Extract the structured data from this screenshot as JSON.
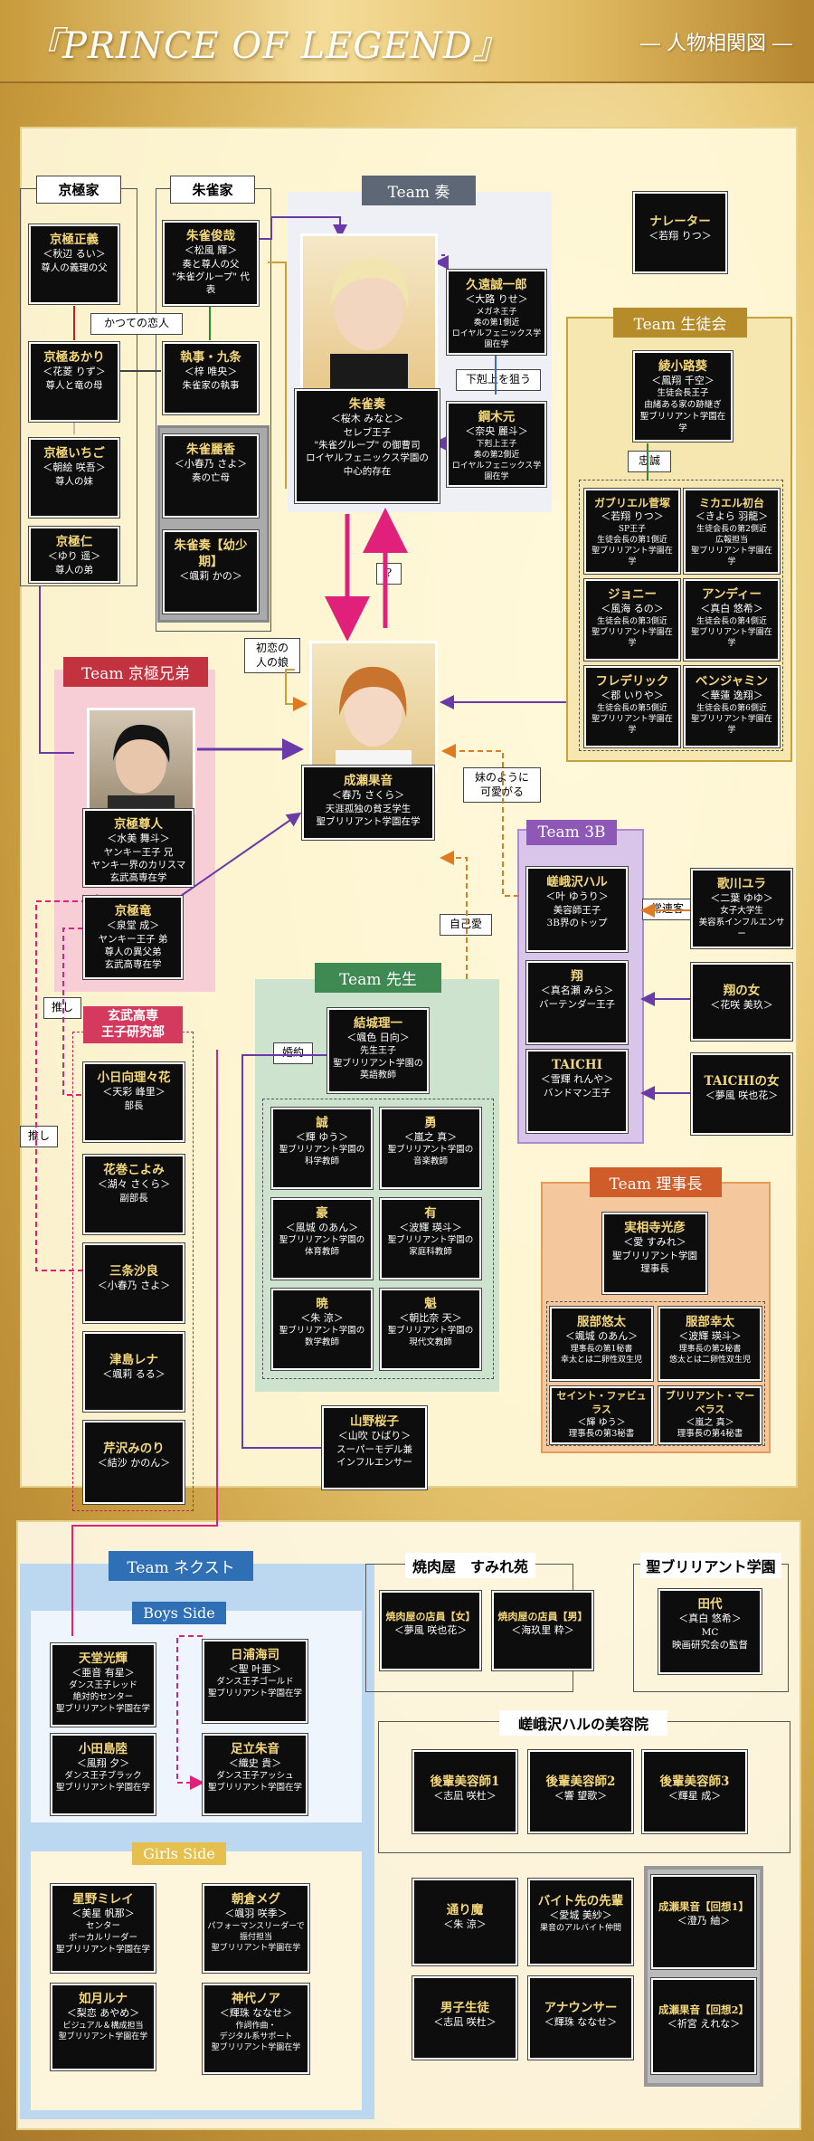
{
  "header": {
    "title": "『PRINCE OF LEGEND』",
    "subtitle": "― 人物相関図 ―"
  },
  "families": {
    "kyogoku": "京極家",
    "suzaku": "朱雀家"
  },
  "teams": {
    "kanade": "Team 奏",
    "seito": "Team 生徒会",
    "kyogoku": "Team 京極兄弟",
    "b3": "Team 3B",
    "sensei": "Team 先生",
    "rijicho": "Team 理事長",
    "next": "Team ネクスト"
  },
  "groups": {
    "genbu": "玄武高専\n王子研究部",
    "boys": "Boys Side",
    "girls": "Girls Side",
    "yakiniku": "焼肉屋　すみれ苑",
    "gakuen": "聖ブリリアント学園",
    "salon": "嵯峨沢ハルの美容院"
  },
  "labels": {
    "former_lovers": "かつての恋人",
    "shitakoku": "下剋上を狙う",
    "chusei": "忠誠",
    "hatsukoi": "初恋の\n人の娘",
    "question": "?",
    "imouto": "妹のように\n可愛がる",
    "jokaku": "常連客",
    "jikoai": "自己愛",
    "konyaku": "婚約",
    "oshi1": "推し",
    "oshi2": "推し"
  },
  "characters": {
    "masayoshi": {
      "name": "京極正義",
      "actor": "＜秋辺 るい＞",
      "role": "尊人の義理の父"
    },
    "akari": {
      "name": "京極あかり",
      "actor": "＜花菱 りず＞",
      "role": "尊人と竜の母"
    },
    "ichigo": {
      "name": "京極いちご",
      "actor": "＜朝絵 咲吾＞",
      "role": "尊人の妹"
    },
    "jin": {
      "name": "京極仁",
      "actor": "＜ゆり 遥＞",
      "role": "尊人の弟"
    },
    "toshiki": {
      "name": "朱雀俊哉",
      "actor": "＜松風 輝＞",
      "role": "奏と尊人の父\n\"朱雀グループ\" 代表"
    },
    "kujo": {
      "name": "執事・九条",
      "actor": "＜梓 唯央＞",
      "role": "朱雀家の執事"
    },
    "reika": {
      "name": "朱雀麗香",
      "actor": "＜小春乃 さよ＞",
      "role": "奏の亡母"
    },
    "kanade_young": {
      "name": "朱雀奏【幼少期】",
      "actor": "＜颯莉 かの＞",
      "role": ""
    },
    "kanade": {
      "name": "朱雀奏",
      "actor": "＜桜木 みなと＞",
      "role": "セレブ王子\n\"朱雀グループ\" の御曹司\nロイヤルフェニックス学園の\n中心的存在"
    },
    "kuon": {
      "name": "久遠誠一郎",
      "actor": "＜大路 りせ＞",
      "role": "メガネ王子\n奏の第1側近\nロイヤルフェニックス学園在学"
    },
    "suzuki": {
      "name": "鋼木元",
      "actor": "＜奈央 麗斗＞",
      "role": "下剋上王子\n奏の第2側近\nロイヤルフェニックス学園在学"
    },
    "narrator": {
      "name": "ナレーター",
      "actor": "＜若翔 りつ＞",
      "role": ""
    },
    "ayanokoji": {
      "name": "綾小路葵",
      "actor": "＜鳳翔 千空＞",
      "role": "生徒会長王子\n由緒ある家の跡継ぎ\n聖ブリリアント学園在学"
    },
    "gabriel": {
      "name": "ガブリエル菅塚",
      "actor": "＜若翔 りつ＞",
      "role": "SP王子\n生徒会長の第1側近\n聖ブリリアント学園在学"
    },
    "michael": {
      "name": "ミカエル初台",
      "actor": "＜きよら 羽龍＞",
      "role": "生徒会長の第2側近\n広報担当\n聖ブリリアント学園在学"
    },
    "johnny": {
      "name": "ジョニー",
      "actor": "＜風海 るの＞",
      "role": "生徒会長の第3側近\n聖ブリリアント学園在学"
    },
    "andy": {
      "name": "アンディー",
      "actor": "＜真白 悠希＞",
      "role": "生徒会長の第4側近\n聖ブリリアント学園在学"
    },
    "frederick": {
      "name": "フレデリック",
      "actor": "＜郡 いりや＞",
      "role": "生徒会長の第5側近\n聖ブリリアント学園在学"
    },
    "benjamin": {
      "name": "ベンジャミン",
      "actor": "＜華蓮 逸翔＞",
      "role": "生徒会長の第6側近\n聖ブリリアント学園在学"
    },
    "takato": {
      "name": "京極尊人",
      "actor": "＜水美 舞斗＞",
      "role": "ヤンキー王子 兄\nヤンキー界のカリスマ\n玄武高専在学"
    },
    "ryu": {
      "name": "京極竜",
      "actor": "＜泉堂 成＞",
      "role": "ヤンキー王子 弟\n尊人の異父弟\n玄武高専在学"
    },
    "ayane": {
      "name": "成瀬果音",
      "actor": "＜春乃 さくら＞",
      "role": "天涯孤独の貧乏学生\n聖ブリリアント学園在学"
    },
    "haru": {
      "name": "嵯峨沢ハル",
      "actor": "＜叶 ゆうり＞",
      "role": "美容師王子\n3B界のトップ"
    },
    "sho": {
      "name": "翔",
      "actor": "＜真名瀬 みら＞",
      "role": "バーテンダー王子"
    },
    "taichi": {
      "name": "TAICHI",
      "actor": "＜雪輝 れんや＞",
      "role": "バンドマン王子"
    },
    "yura": {
      "name": "歌川ユラ",
      "actor": "＜二葉 ゆゆ＞",
      "role": "女子大学生\n美容系インフルエンサー"
    },
    "shonoonna": {
      "name": "翔の女",
      "actor": "＜花咲 美玖＞",
      "role": ""
    },
    "taichionna": {
      "name": "TAICHIの女",
      "actor": "＜夢風 咲也花＞",
      "role": ""
    },
    "yuki": {
      "name": "結城理一",
      "actor": "＜颯色 日向＞",
      "role": "先生王子\n聖ブリリアント学園の\n英語教師"
    },
    "makoto": {
      "name": "誠",
      "actor": "＜輝 ゆう＞",
      "role": "聖ブリリアント学園の\n科学教師"
    },
    "isamu": {
      "name": "勇",
      "actor": "＜嵐之 真＞",
      "role": "聖ブリリアント学園の\n音楽教師"
    },
    "go": {
      "name": "豪",
      "actor": "＜風城 のあん＞",
      "role": "聖ブリリアント学園の\n体育教師"
    },
    "yu": {
      "name": "有",
      "actor": "＜波輝 瑛斗＞",
      "role": "聖ブリリアント学園の\n家庭科教師"
    },
    "akatsuki": {
      "name": "暁",
      "actor": "＜朱 涼＞",
      "role": "聖ブリリアント学園の\n数学教師"
    },
    "sakigake": {
      "name": "魁",
      "actor": "＜朝比奈 天＞",
      "role": "聖ブリリアント学園の\n現代文教師"
    },
    "sakura": {
      "name": "山野桜子",
      "actor": "＜山吹 ひばり＞",
      "role": "スーパーモデル兼\nインフルエンサー"
    },
    "sanemichi": {
      "name": "実相寺光彦",
      "actor": "＜愛 すみれ＞",
      "role": "聖ブリリアント学園\n理事長"
    },
    "yuta": {
      "name": "服部悠太",
      "actor": "＜颯城 のあん＞",
      "role": "理事長の第1秘書\n幸太とは二卵性双生児"
    },
    "kota": {
      "name": "服部幸太",
      "actor": "＜波輝 瑛斗＞",
      "role": "理事長の第2秘書\n悠太とは二卵性双生児"
    },
    "saint": {
      "name": "セイント・ファビュラス",
      "actor": "＜輝 ゆう＞",
      "role": "理事長の第3秘書"
    },
    "brilliant": {
      "name": "ブリリアント・マーベラス",
      "actor": "＜嵐之 真＞",
      "role": "理事長の第4秘書"
    },
    "rika": {
      "name": "小日向理々花",
      "actor": "＜天彩 峰里＞",
      "role": "部長"
    },
    "komi": {
      "name": "花巻こよみ",
      "actor": "＜湖々 さくら＞",
      "role": "副部長"
    },
    "sara": {
      "name": "三条沙良",
      "actor": "＜小春乃 さよ＞",
      "role": ""
    },
    "rena": {
      "name": "津島レナ",
      "actor": "＜颯莉 るる＞",
      "role": ""
    },
    "mirori": {
      "name": "芹沢みのり",
      "actor": "＜結沙 かのん＞",
      "role": ""
    },
    "tendo": {
      "name": "天堂光輝",
      "actor": "＜亜音 有星＞",
      "role": "ダンス王子レッド\n絶対的センター\n聖ブリリアント学園在学"
    },
    "hyuga": {
      "name": "日浦海司",
      "actor": "＜聖 叶亜＞",
      "role": "ダンス王子ゴールド\n聖ブリリアント学園在学"
    },
    "odajima": {
      "name": "小田島陸",
      "actor": "＜風翔 夕＞",
      "role": "ダンス王子ブラック\n聖ブリリアント学園在学"
    },
    "adachi": {
      "name": "足立朱音",
      "actor": "＜織史 貴＞",
      "role": "ダンス王子アッシュ\n聖ブリリアント学園在学"
    },
    "hoshino": {
      "name": "星野ミレイ",
      "actor": "＜美星 帆那＞",
      "role": "センター\nボーカルリーダー\n聖ブリリアント学園在学"
    },
    "asakura": {
      "name": "朝倉メグ",
      "actor": "＜颯羽 咲季＞",
      "role": "パフォーマンスリーダーで\n振付担当\n聖ブリリアント学園在学"
    },
    "kisaragi": {
      "name": "如月ルナ",
      "actor": "＜梨恋 あやめ＞",
      "role": "ビジュアル＆構成担当\n聖ブリリアント学園在学"
    },
    "kamishiro": {
      "name": "神代ノア",
      "actor": "＜輝珠 ななせ＞",
      "role": "作詞作曲・\nデジタル系サポート\n聖ブリリアント学園在学"
    },
    "yaki_f": {
      "name": "焼肉屋の店員【女】",
      "actor": "＜夢風 咲也花＞",
      "role": ""
    },
    "yaki_m": {
      "name": "焼肉屋の店員【男】",
      "actor": "＜海玖里 粋＞",
      "role": ""
    },
    "tashiro": {
      "name": "田代",
      "actor": "＜真白 悠希＞",
      "role": "MC\n映画研究会の監督"
    },
    "kohai1": {
      "name": "後輩美容師1",
      "actor": "＜志凪 咲杜＞",
      "role": ""
    },
    "kohai2": {
      "name": "後輩美容師2",
      "actor": "＜響 望歌＞",
      "role": ""
    },
    "kohai3": {
      "name": "後輩美容師3",
      "actor": "＜輝星 成＞",
      "role": ""
    },
    "torima": {
      "name": "通り魔",
      "actor": "＜朱 涼＞",
      "role": ""
    },
    "baito": {
      "name": "バイト先の先輩",
      "actor": "＜愛城 美紗＞",
      "role": "果音のアルバイト仲間"
    },
    "kaiso1": {
      "name": "成瀬果音【回想1】",
      "actor": "＜澄乃 紬＞",
      "role": ""
    },
    "danshi": {
      "name": "男子生徒",
      "actor": "＜志凪 咲杜＞",
      "role": ""
    },
    "announcer": {
      "name": "アナウンサー",
      "actor": "＜輝珠 ななせ＞",
      "role": ""
    },
    "kaiso2": {
      "name": "成瀬果音【回想2】",
      "actor": "＜祈宮 えれな＞",
      "role": ""
    }
  },
  "colors": {
    "bg_gold": "#c79a3c",
    "panel": "#fff8da",
    "kanade_team": "#5e6775",
    "seito_team": "#b68c2a",
    "kyogoku_team": "#c2323f",
    "b3_team": "#8e58b6",
    "sensei_team": "#3e8a52",
    "rijicho_team": "#d05c2a",
    "next_team": "#2f6fb5",
    "line_pink": "#e0207a",
    "line_orange": "#e07a20",
    "line_purple": "#6a3aa8"
  }
}
